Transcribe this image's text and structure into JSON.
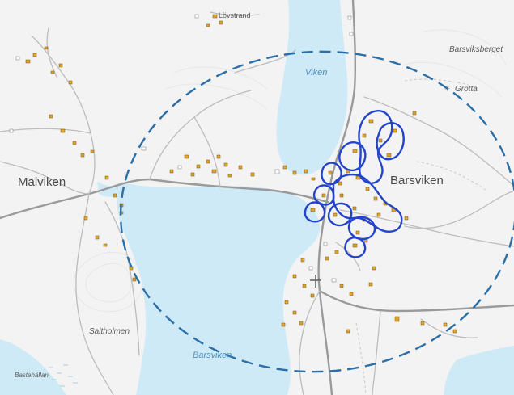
{
  "map": {
    "colors": {
      "land": "#f3f3f3",
      "water": "#cfeaf7",
      "road_major": "#9a9a9a",
      "road_minor": "#bcbcbc",
      "building": "#e0a42c",
      "building_outline": "#7a5a10",
      "buffer_line": "#2b6fa8",
      "cluster_outline": "#2344c9",
      "text_water": "#4f8fc0",
      "text_land": "#4b4b4b"
    },
    "labels": {
      "malviken": "Malviken",
      "barsviken_town": "Barsviken",
      "lovstrand": "Lövstrand",
      "barsviksberget": "Barsviksberget",
      "viken": "Viken",
      "grotta": "Grotta",
      "saltholmen": "Saltholmen",
      "barsviken_water": "Barsviken",
      "bastehallan": "Bastehällan"
    },
    "icons": {
      "church": "church-cross-icon",
      "cave": "cave-star-icon",
      "marsh": "marsh-icon"
    }
  }
}
